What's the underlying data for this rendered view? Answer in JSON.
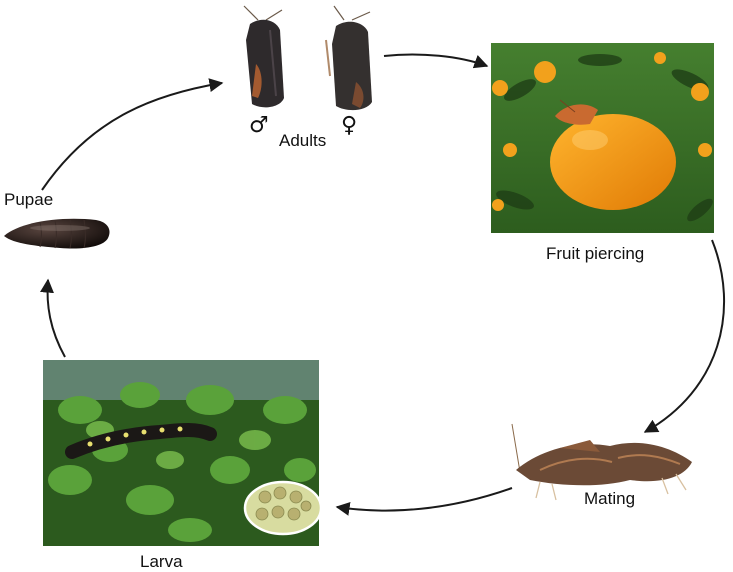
{
  "diagram": {
    "stages": {
      "adults": "Adults",
      "fruit_piercing": "Fruit piercing",
      "mating": "Mating",
      "larva": "Larva",
      "pupae": "Pupae"
    },
    "symbols": {
      "male": "♂",
      "female": "♀"
    }
  },
  "colors": {
    "arrow": "#1a1a1a",
    "moth_brown": "#6b4a36",
    "moth_dark": "#2e2a2c",
    "orange_fruit": "#f29b10",
    "foliage": "#3f7d2a",
    "pupa": "#1a1412"
  }
}
